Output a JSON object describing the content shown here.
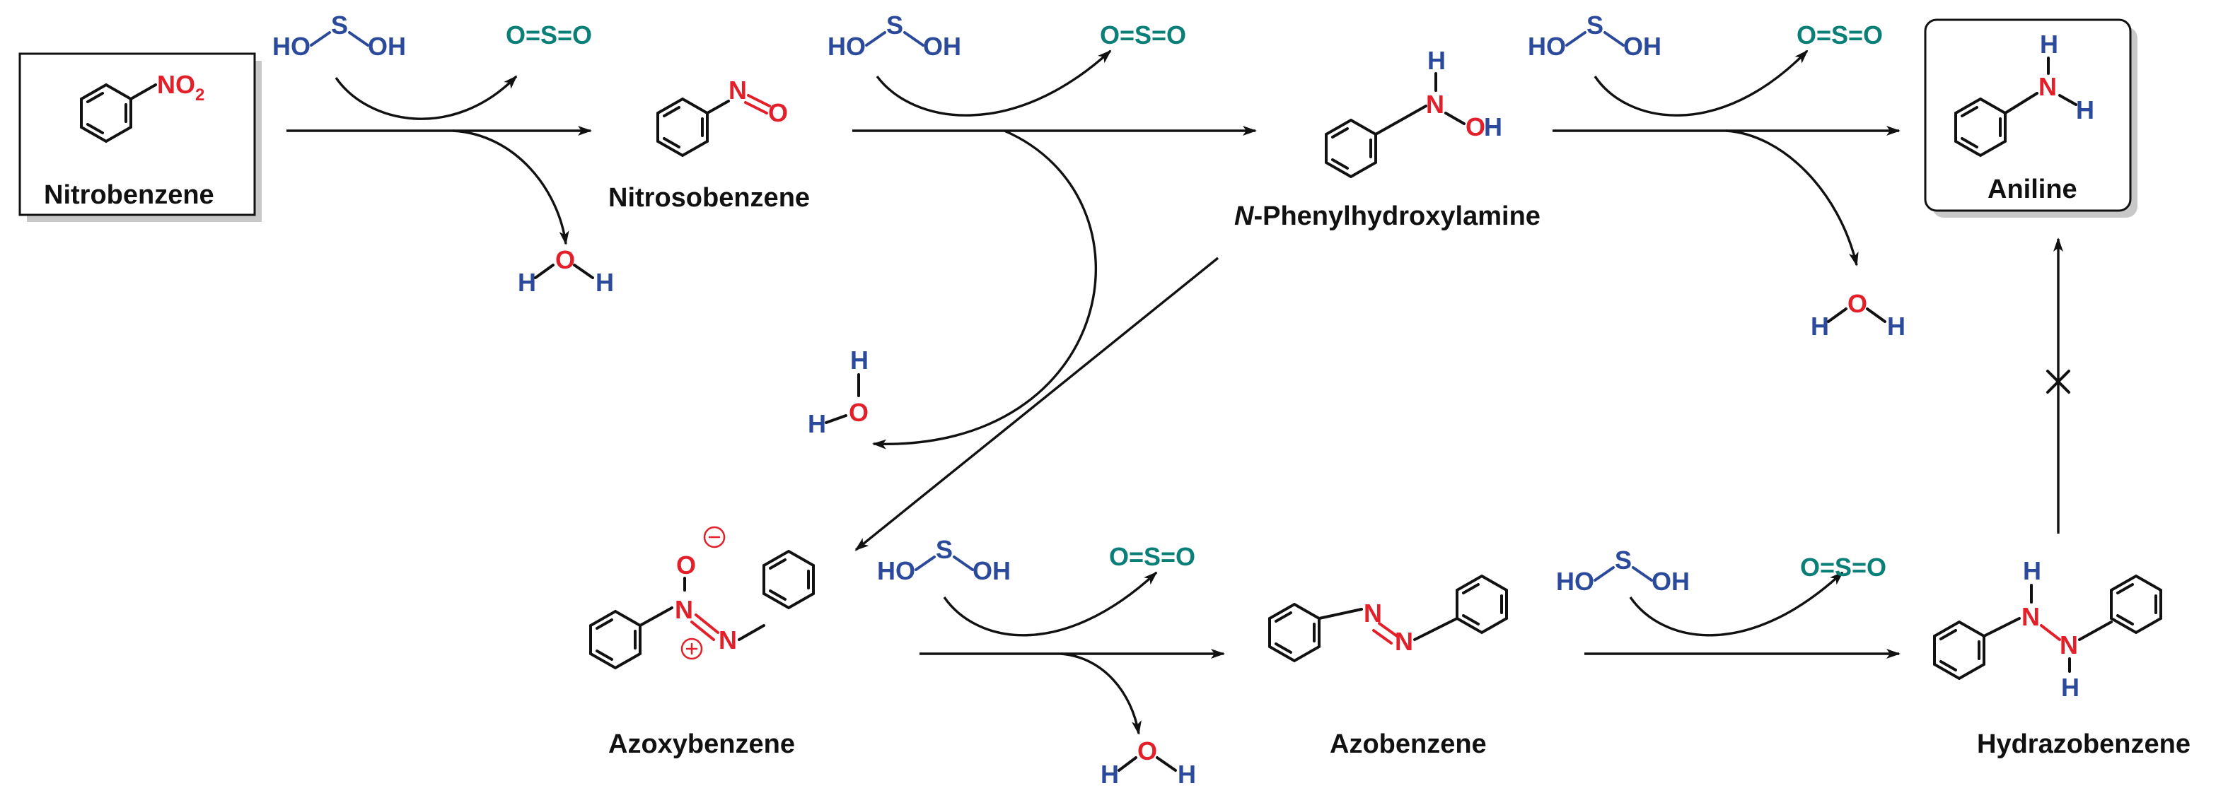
{
  "compounds": {
    "nitrobenzene": "Nitrobenzene",
    "nitrosobenzene": "Nitrosobenzene",
    "phenylhydroxylamine_prefix": "N",
    "phenylhydroxylamine_rest": "-Phenylhydroxylamine",
    "aniline": "Aniline",
    "azoxybenzene": "Azoxybenzene",
    "azobenzene": "Azobenzene",
    "hydrazobenzene": "Hydrazobenzene"
  },
  "atoms": {
    "ho": "HO",
    "oh": "OH",
    "s": "S",
    "h": "H",
    "o": "O",
    "n": "N",
    "so2": "O=S=O",
    "no2_main": "NO",
    "no2_sub": "2"
  },
  "colors": {
    "reductant": "#2b4a9c",
    "oxygen_nitrogen": "#e3202a",
    "sulfur_dioxide": "#0a7f78",
    "structure": "#111111"
  }
}
